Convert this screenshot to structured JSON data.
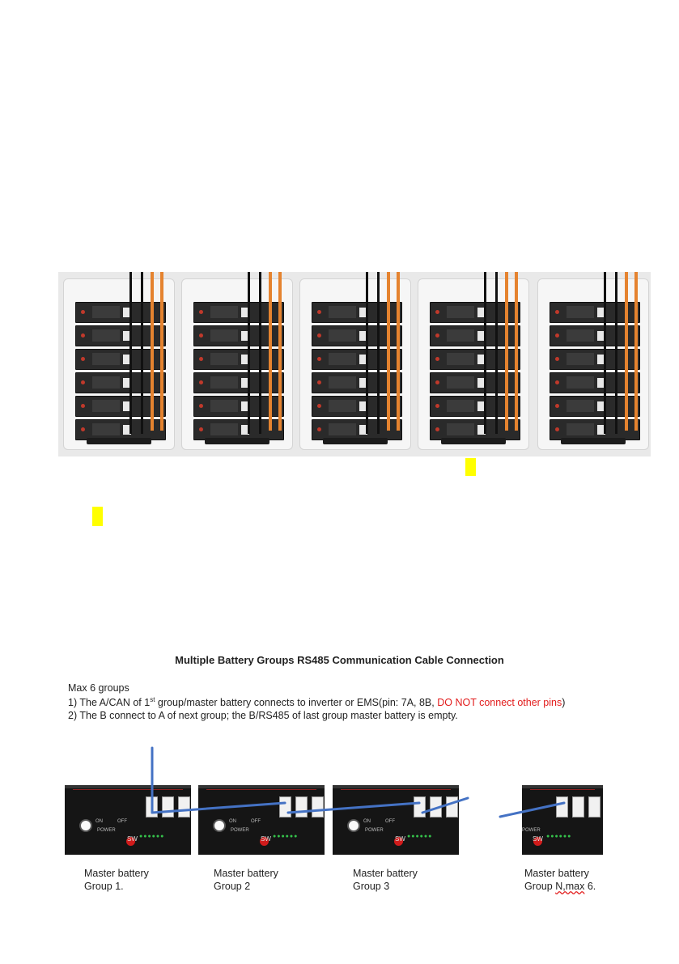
{
  "heading": "Multiple Battery Groups RS485 Communication Cable Connection",
  "instructions": {
    "max_groups": "Max 6 groups",
    "line1_pre": "1) The A/CAN of 1",
    "line1_sup": "st",
    "line1_mid": " group/master battery connects to inverter or EMS(pin: 7A, 8B, ",
    "line1_warning": "DO NOT connect other pins",
    "line1_post": ")",
    "line2": "2) The B connect to A of next group; the B/RS485 of last group master battery is empty."
  },
  "batteries": [
    {
      "line1": "Master battery",
      "line2": "Group 1."
    },
    {
      "line1": "Master battery",
      "line2": "Group 2"
    },
    {
      "line1": "Master battery",
      "line2": "Group 3"
    },
    {
      "line1": "Master battery",
      "line2_a": "Group ",
      "line2_b": "N,max",
      "line2_c": " 6."
    }
  ],
  "panel_text": {
    "power": "POWER",
    "sw": "SW",
    "on": "ON",
    "off": "OFF"
  },
  "colors": {
    "cable": "#4472c4",
    "highlight": "#ffff00",
    "warning": "#e21b1b",
    "orange_cable": "#e5832f"
  },
  "icons": [
    "battery-cabinet-photo",
    "master-battery-panel"
  ]
}
